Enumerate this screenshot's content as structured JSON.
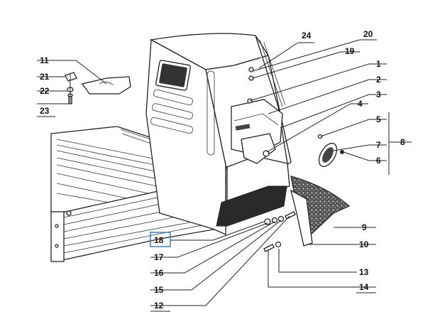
{
  "callouts": [
    {
      "id": "c24",
      "number": "24",
      "highlighted": false
    },
    {
      "id": "c20",
      "number": "20",
      "highlighted": false
    },
    {
      "id": "c19",
      "number": "19",
      "highlighted": false
    },
    {
      "id": "c1",
      "number": "1",
      "highlighted": false
    },
    {
      "id": "c2",
      "number": "2",
      "highlighted": false
    },
    {
      "id": "c3",
      "number": "3",
      "highlighted": false
    },
    {
      "id": "c4",
      "number": "4",
      "highlighted": false
    },
    {
      "id": "c5",
      "number": "5",
      "highlighted": false
    },
    {
      "id": "c7",
      "number": "7",
      "highlighted": false
    },
    {
      "id": "c6",
      "number": "6",
      "highlighted": false
    },
    {
      "id": "c8",
      "number": "8",
      "highlighted": false
    },
    {
      "id": "c11",
      "number": "11",
      "highlighted": false
    },
    {
      "id": "c21",
      "number": "21",
      "highlighted": false
    },
    {
      "id": "c22",
      "number": "22",
      "highlighted": false
    },
    {
      "id": "c23",
      "number": "23",
      "highlighted": false
    },
    {
      "id": "c9",
      "number": "9",
      "highlighted": false
    },
    {
      "id": "c10",
      "number": "10",
      "highlighted": false
    },
    {
      "id": "c13",
      "number": "13",
      "highlighted": false
    },
    {
      "id": "c14",
      "number": "14",
      "highlighted": false
    },
    {
      "id": "c18",
      "number": "18",
      "highlighted": true
    },
    {
      "id": "c17",
      "number": "17",
      "highlighted": false
    },
    {
      "id": "c16",
      "number": "16",
      "highlighted": false
    },
    {
      "id": "c15",
      "number": "15",
      "highlighted": false
    },
    {
      "id": "c12",
      "number": "12",
      "highlighted": false
    }
  ],
  "colors": {
    "highlight": "#3b7fc4",
    "line": "#222222"
  }
}
